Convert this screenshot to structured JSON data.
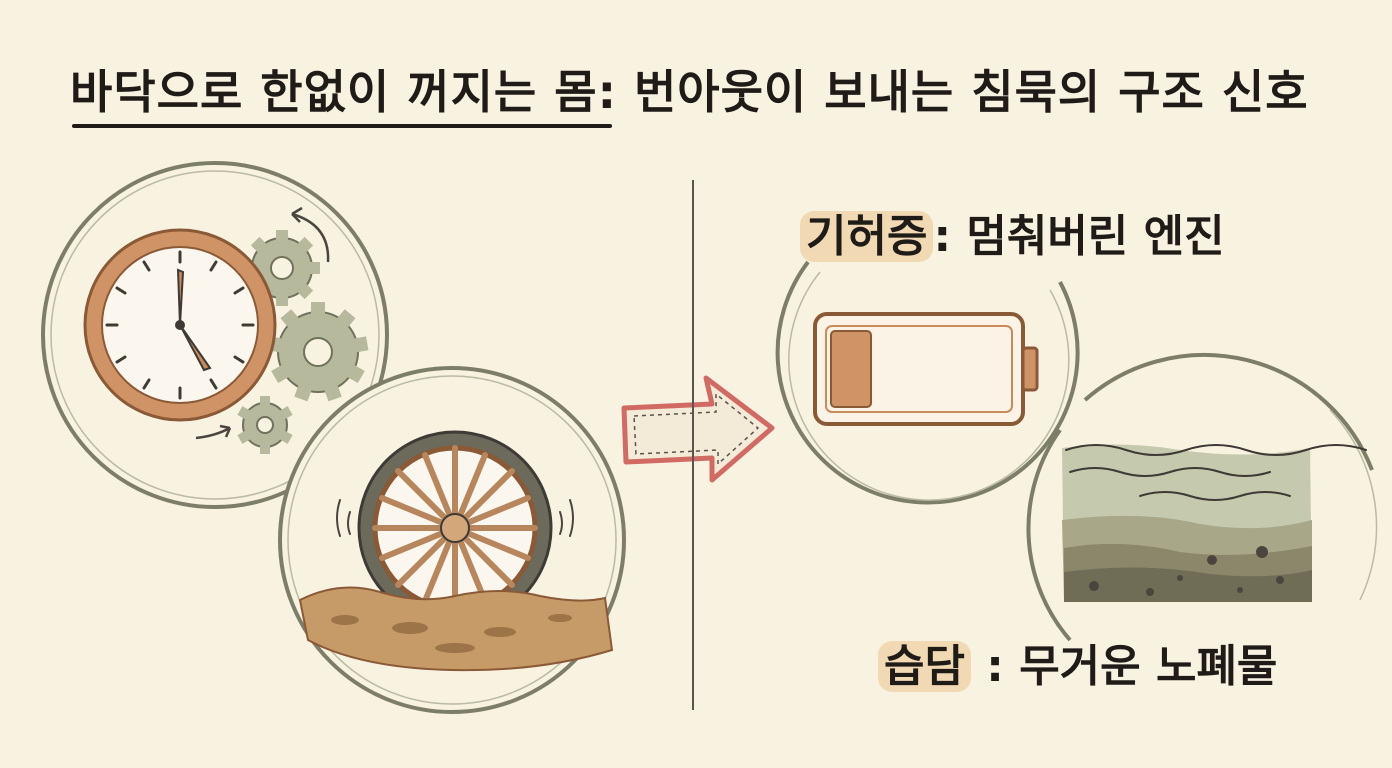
{
  "title": "바닥으로 한없이 꺼지는 몸: 번아웃이 보내는 침묵의 구조 신호",
  "labels": {
    "energy": {
      "term": "기허증",
      "description": ": 멈춰버린 엔진"
    },
    "wet": {
      "term": "습담",
      "description": " : 무거운 노폐물"
    }
  },
  "icons": [
    "clock-icon",
    "gears-icon",
    "wheel-stuck-in-mud-icon",
    "arrow-right-icon",
    "low-battery-icon",
    "sludge-layers-icon"
  ],
  "colors": {
    "background": "#f8f2e1",
    "circle_stroke": "#7c7e68",
    "clock": "#c98b5a",
    "gear": "#a7ab8e",
    "arrow_fill": "#f3ead7",
    "arrow_stroke": "#d26a64",
    "battery": "#c98b5a",
    "mud": "#b68a55",
    "sludge": "#6f6d55",
    "highlight": "#f1d9b4"
  }
}
